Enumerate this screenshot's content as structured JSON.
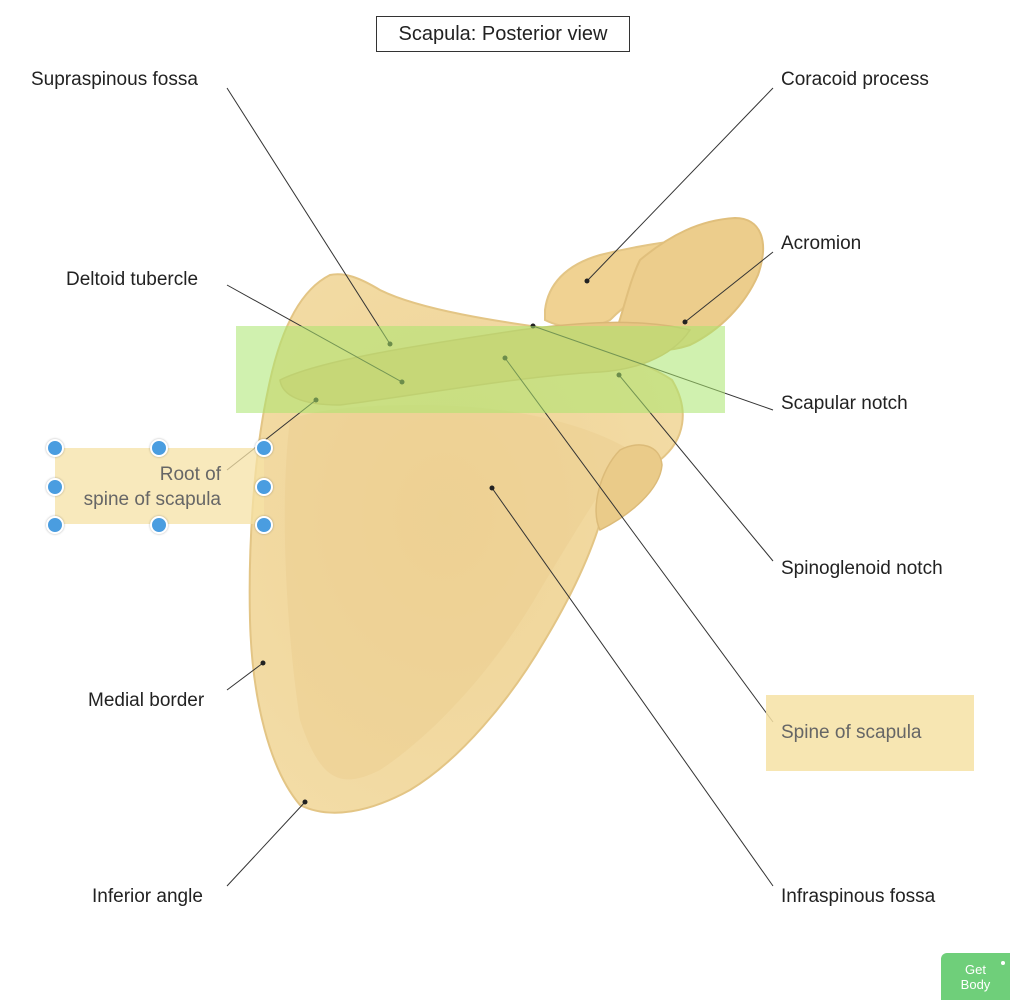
{
  "title": "Scapula: Posterior view",
  "labels": {
    "supraspinous_fossa": "Supraspinous fossa",
    "coracoid_process": "Coracoid process",
    "acromion": "Acromion",
    "deltoid_tubercle": "Deltoid tubercle",
    "scapular_notch": "Scapular notch",
    "spinoglenoid_notch": "Spinoglenoid notch",
    "medial_border": "Medial border",
    "inferior_angle": "Inferior angle",
    "infraspinous_fossa": "Infraspinous fossa"
  },
  "selected_label": {
    "line1": "Root of",
    "line2": "spine of scapula"
  },
  "highlighted_label": "Spine of scapula",
  "widget": {
    "line1": "Get",
    "line2": "Body"
  },
  "colors": {
    "bone": "#f1d79a",
    "bone_shadow": "#e2c27e",
    "green_highlight": "#aee66e",
    "yellow_highlight": "#f6e2a5",
    "handle": "#4a9de0",
    "widget": "#6fcf7a"
  }
}
